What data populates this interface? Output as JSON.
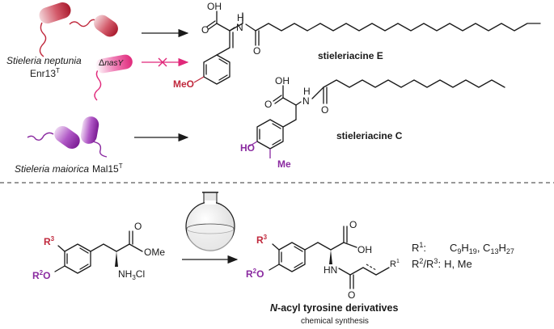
{
  "colors": {
    "neptunia": "#c0283c",
    "mutant": "#e0287a",
    "maiorica": "#8a2aa0",
    "r3": "#c0283c",
    "r2": "#8a2aa0",
    "arrow_blocked": "#e0287a",
    "text": "#1a1a1a"
  },
  "top": {
    "organism1": {
      "genus_species": "Stieleria neptunia",
      "strain": "Enr13",
      "strain_sup": "T"
    },
    "mutant_label": {
      "delta": "Δ",
      "gene": "nasY"
    },
    "organism2": {
      "genus_species": "Stieleria maiorica",
      "strain": "Mal15",
      "strain_sup": "T"
    },
    "compound_e": {
      "name": "stieleriacine E",
      "labels": {
        "oh": "OH",
        "o": "O",
        "n": "N",
        "h": "H",
        "amide_o": "O",
        "meo": "MeO"
      }
    },
    "compound_c": {
      "name": "stieleriacine C",
      "labels": {
        "oh": "OH",
        "o": "O",
        "n": "N",
        "h": "H",
        "amide_o": "O",
        "ho": "HO",
        "me": "Me"
      }
    },
    "blocked_arrow_icon": "cross-mark"
  },
  "bottom": {
    "reactant": {
      "r3": "R",
      "r3_sup": "3",
      "r2o": "R",
      "r2_sup": "2",
      "o": "O",
      "carbonyl_o": "O",
      "ome": "OMe",
      "nh3cl": {
        "nh": "NH",
        "sub": "3",
        "cl": "Cl"
      }
    },
    "flask_icon": "round-bottom-flask",
    "product": {
      "r3": "R",
      "r3_sup": "3",
      "r2o": "R",
      "r2_sup": "2",
      "o": "O",
      "carbonyl_o": "O",
      "oh": "OH",
      "hn": "HN",
      "amide_o": "O",
      "r1": "R",
      "r1_sup": "1"
    },
    "legend": {
      "r1_label": "R",
      "r1_sup": "1",
      "r1_colon": ":",
      "r1_value_a": {
        "c": "C",
        "c_sub": "9",
        "h": "H",
        "h_sub": "19"
      },
      "r1_sep": ", ",
      "r1_value_b": {
        "c": "C",
        "c_sub": "13",
        "h": "H",
        "h_sub": "27"
      },
      "r23_label": {
        "r2": "R",
        "r2_sup": "2",
        "slash": "/",
        "r3": "R",
        "r3_sup": "3",
        "colon": ":"
      },
      "r23_value": "H, Me"
    },
    "title_italic": "N",
    "title_rest": "-acyl tyrosine derivatives",
    "subtitle": "chemical synthesis"
  }
}
